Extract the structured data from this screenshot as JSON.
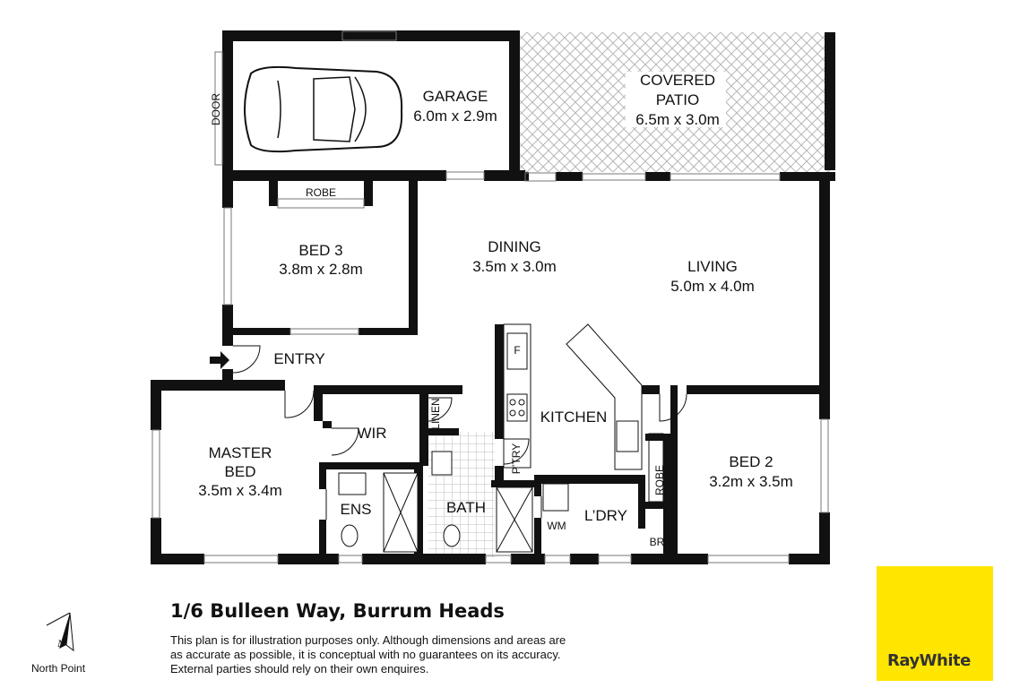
{
  "rooms": {
    "garage": {
      "name": "GARAGE",
      "size": "6.0m x 2.9m"
    },
    "patio": {
      "line1": "COVERED",
      "line2": "PATIO",
      "size": "6.5m x 3.0m"
    },
    "bed3": {
      "name": "BED 3",
      "size": "3.8m x 2.8m"
    },
    "dining": {
      "name": "DINING",
      "size": "3.5m x 3.0m"
    },
    "living": {
      "name": "LIVING",
      "size": "5.0m x 4.0m"
    },
    "master": {
      "line1": "MASTER",
      "line2": "BED",
      "size": "3.5m x 3.4m"
    },
    "bed2": {
      "name": "BED 2",
      "size": "3.2m x 3.5m"
    },
    "entry": "ENTRY",
    "kitchen": "KITCHEN",
    "wir": "WIR",
    "ens": "ENS",
    "bath": "BATH",
    "laundry": "L’DRY",
    "linen": "LINEN",
    "pantry": "P’TRY",
    "robe_bed3": "ROBE",
    "robe_bed2": "ROBE",
    "br": "BR",
    "wm": "WM",
    "fridge": "F",
    "door": "DOOR"
  },
  "address": "1/6 Bulleen Way, Burrum Heads",
  "disclaimer": {
    "line1": "This plan is for illustration purposes only.  Although dimensions and areas are",
    "line2": "as accurate as possible, it is conceptual with no guarantees on its accuracy.",
    "line3": "External parties should rely on their own enquires."
  },
  "north": {
    "label": "North Point",
    "letter": "N"
  },
  "logo": {
    "text": "RayWhite",
    "color": "#ffe600"
  },
  "colors": {
    "wall": "#111111",
    "patio_hatch": "#b8b8b8",
    "tile": "#bdbdbd"
  }
}
